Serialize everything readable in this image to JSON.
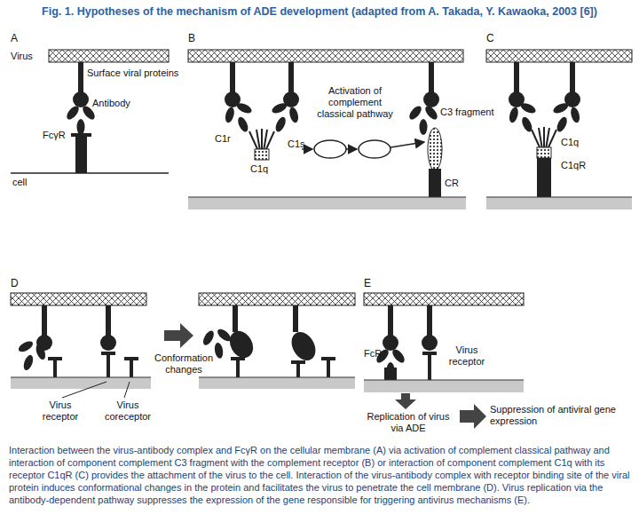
{
  "diagram": {
    "title": "Fig. 1. Hypotheses of the mechanism of ADE development (adapted from A. Takada, Y. Kawaoka, 2003 [6])",
    "caption": "Interaction between the virus-antibody complex and FcγR on the cellular membrane (A) via activation of complement classical pathway and interaction of component complement C3 fragment with the complement receptor (B) or interaction of component complement C1q with its receptor C1qR (C) provides the attachment of the virus to the cell. Interaction of the virus-antibody complex with receptor binding site of the viral protein induces conformational changes in the protein and facilitates the virus to penetrate the cell membrane (D). Virus replication via the antibody-dependent pathway suppresses the expression of the gene responsible for triggering antivirus mechanisms (E).",
    "labels": [
      "A",
      "Virus",
      "Surface viral proteins",
      "Antibody",
      "FcγR",
      "cell",
      "B",
      "C1r",
      "C1s",
      "C1q",
      "Activation of complement classical pathway",
      "C3 fragment",
      "CR",
      "C",
      "C1q",
      "C1qR",
      "D",
      "Conformation changes",
      "Virus receptor",
      "Virus coreceptor",
      "E",
      "FcR",
      "Virus receptor",
      "Replication of virus via ADE",
      "Suppression of antiviral gene expression"
    ]
  }
}
